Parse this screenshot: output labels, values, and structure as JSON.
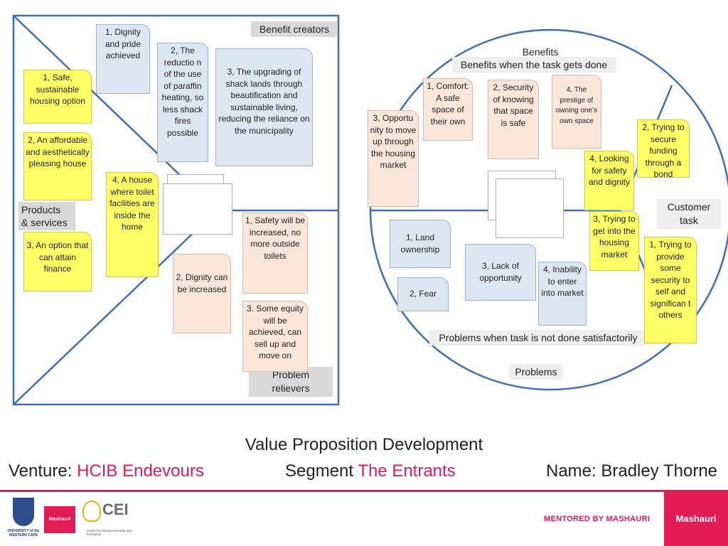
{
  "product_map": {
    "benefit_creators_label": "Benefit creators",
    "products_services_label": "Products\n& services",
    "problem_relievers_label": "Problem\nrelievers",
    "benefit_creators": [
      "1, Dignity and pride achieved",
      "2, The reductio n of the use of paraffin heating, so less shack fires possible",
      "3, The upgrading of shack lands through beautification  and sustainable living, reducing the reliance on the municipality"
    ],
    "products_services": [
      "1, Safe, sustainable housing option",
      "2, An affordable and aesthetically pleasing house",
      "3, An option that can attain finance",
      "4, A house where toilet facilities are inside the home"
    ],
    "problem_relievers": [
      "1, Safety will be increased, no more outside toilets",
      "2, Dignity can be increased",
      "3. Some equity will be achieved, can sell up and move on"
    ]
  },
  "customer_profile": {
    "benefits_label": "Benefits",
    "benefits_task_done_label": "Benefits when the task gets done",
    "customer_task_label": "Customer\ntask",
    "problems_not_done_label": "Problems when task is not done satisfactorily",
    "problems_label": "Problems",
    "benefits": [
      "1, Comfort: A safe space of their own",
      "2, Security of knowing that space is safe",
      "3, Opportu nity to move up through the housing market",
      "4, The prestige of owning one’s own space"
    ],
    "customer_tasks": [
      "2, Trying to secure funding through a bond",
      "4, Looking for safety and dignity",
      "3, Trying to get into the housing market",
      "1, Trying to provide some security to self and significan t others"
    ],
    "problems": [
      "1, Land ownership",
      "2, Fear",
      "3, Lack of opportunity",
      "4, Inability to enter into market"
    ]
  },
  "footer": {
    "title": "Value Proposition Development",
    "venture_label": "Venture:",
    "venture_name": "HCIB Endevours",
    "segment_label": "Segment",
    "segment_name": "The Entrants",
    "name_label": "Name:",
    "name_value": "Bradley Thorne",
    "mentored_by": "MENTORED BY MASHAURI",
    "brand": "Mashauri",
    "logo_uwc": "UNIVERSITY of the WESTERN CAPE",
    "logo_mash": "Mashauri",
    "logo_cei": "CEI",
    "logo_cei_sub": "centre for entrepreneurship and innovation"
  },
  "colors": {
    "frame_blue": "#3f6fb5",
    "accent_red": "#e31b54",
    "sticky_yellow": "#ffff66",
    "sticky_blue": "#dce7f4",
    "sticky_peach": "#fbe6da"
  }
}
